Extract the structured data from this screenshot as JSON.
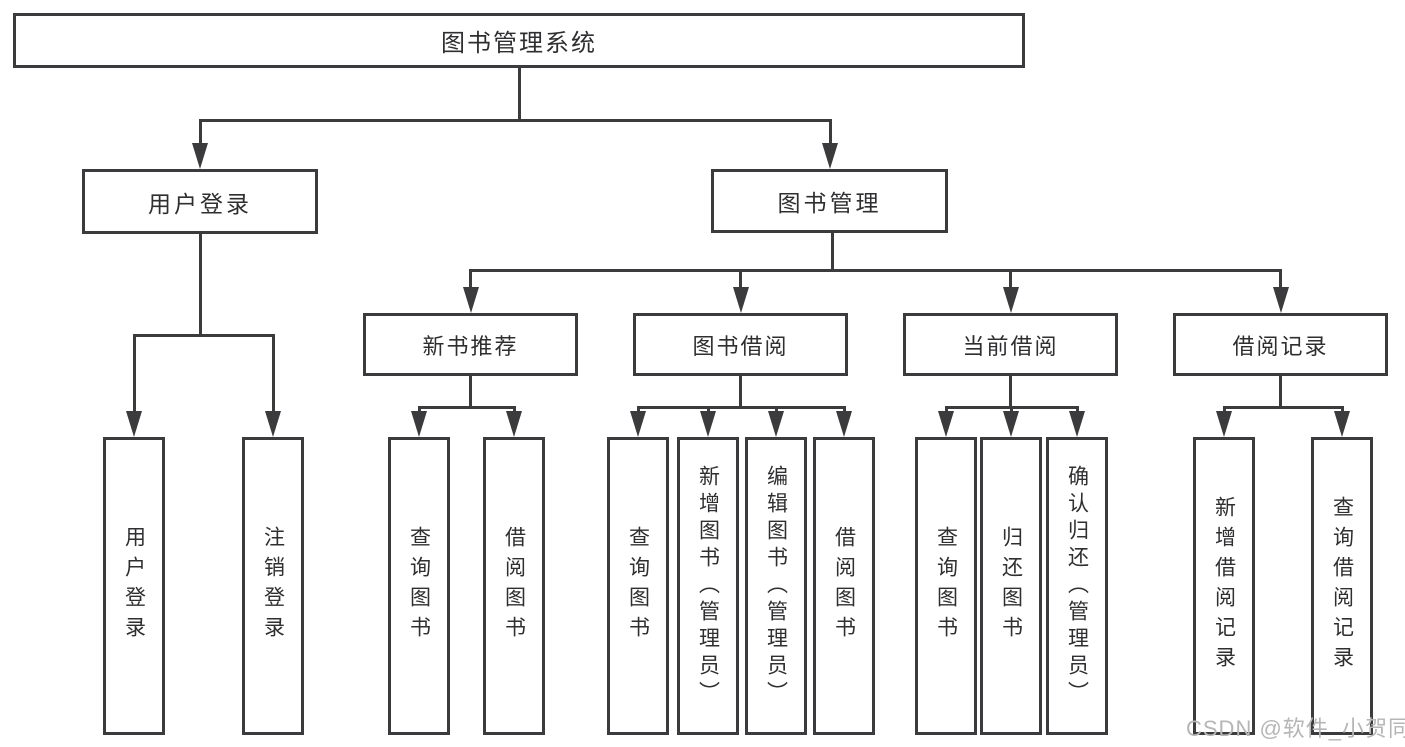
{
  "root": {
    "label": "图书管理系统"
  },
  "level2": [
    {
      "label": "用户登录"
    },
    {
      "label": "图书管理"
    }
  ],
  "level3": [
    {
      "label": "新书推荐"
    },
    {
      "label": "图书借阅"
    },
    {
      "label": "当前借阅"
    },
    {
      "label": "借阅记录"
    }
  ],
  "leaves": [
    {
      "label": "用户登录"
    },
    {
      "label": "注销登录"
    },
    {
      "label": "查询图书"
    },
    {
      "label": "借阅图书"
    },
    {
      "label": "查询图书"
    },
    {
      "label": "新增图书（管理员）"
    },
    {
      "label": "编辑图书（管理员）"
    },
    {
      "label": "借阅图书"
    },
    {
      "label": "查询图书"
    },
    {
      "label": "归还图书"
    },
    {
      "label": "确认归还（管理员）"
    },
    {
      "label": "新增借阅记录"
    },
    {
      "label": "查询借阅记录"
    }
  ],
  "watermark": {
    "text": "CSDN @软件_小贺同学"
  },
  "colors": {
    "line": "#3b3b3d",
    "text": "#2f2f31",
    "watermark": "#b6b6b6",
    "background": "#ffffff"
  }
}
